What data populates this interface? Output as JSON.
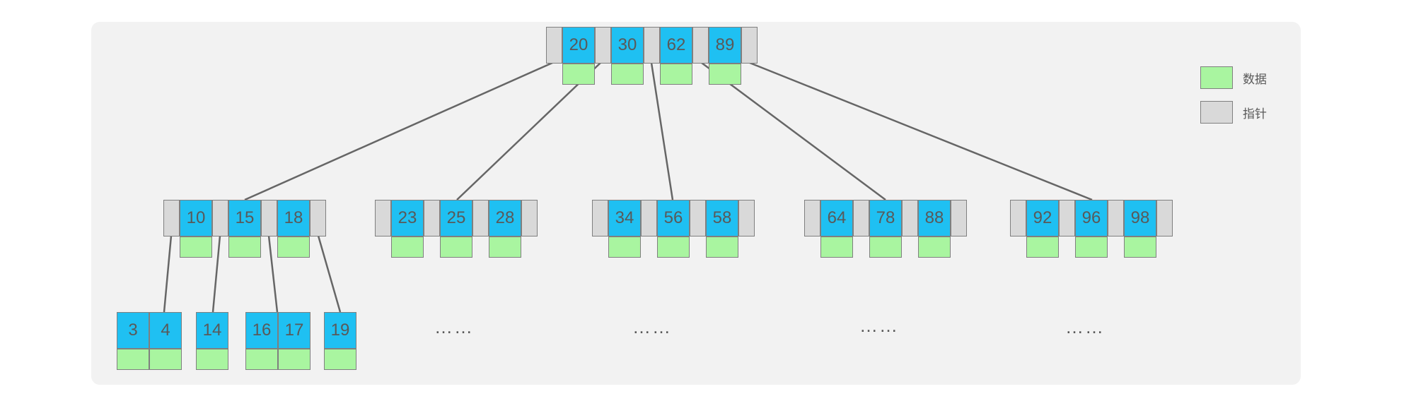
{
  "root": {
    "keys": [
      "20",
      "30",
      "62",
      "89"
    ]
  },
  "level2": [
    {
      "keys": [
        "10",
        "15",
        "18"
      ]
    },
    {
      "keys": [
        "23",
        "25",
        "28"
      ]
    },
    {
      "keys": [
        "34",
        "56",
        "58"
      ]
    },
    {
      "keys": [
        "64",
        "78",
        "88"
      ]
    },
    {
      "keys": [
        "92",
        "96",
        "98"
      ]
    }
  ],
  "leaves": [
    {
      "keys": [
        "3",
        "4"
      ]
    },
    {
      "keys": [
        "14"
      ]
    },
    {
      "keys": [
        "16",
        "17"
      ]
    },
    {
      "keys": [
        "19"
      ]
    }
  ],
  "ellipses": [
    "……",
    "……",
    "……",
    "……"
  ],
  "legend": {
    "data_label": "数据",
    "pointer_label": "指针"
  },
  "colors": {
    "key": "#1fc0f2",
    "data": "#a9f5a0",
    "pointer": "#d9d9d9",
    "panel": "#f2f2f2",
    "line": "#666666"
  }
}
